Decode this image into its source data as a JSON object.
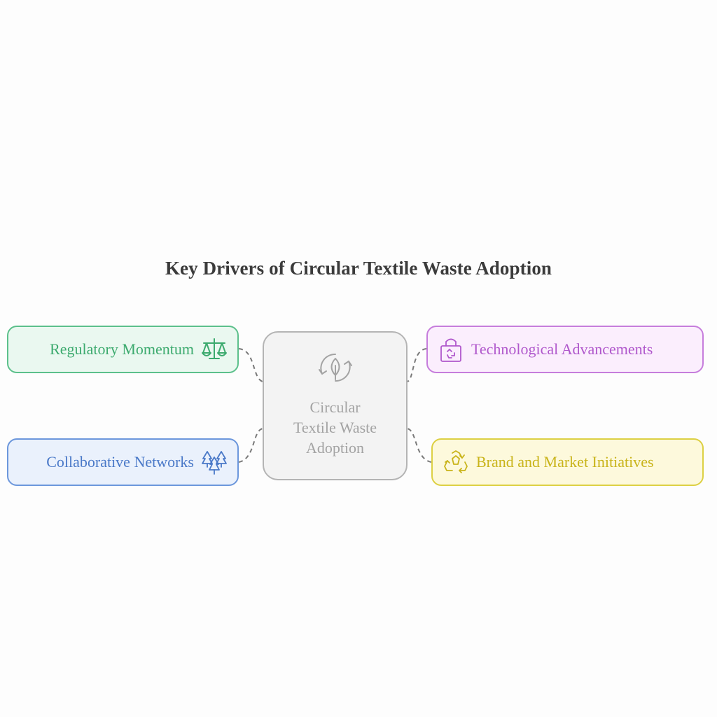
{
  "title": "Key Drivers of Circular Textile Waste Adoption",
  "center": {
    "line1": "Circular",
    "line2": "Textile Waste",
    "line3": "Adoption",
    "icon": "recycle-leaf-icon"
  },
  "drivers": {
    "regulatory": {
      "label": "Regulatory Momentum",
      "icon": "scales-icon",
      "color": "#3caa6e"
    },
    "collaborative": {
      "label": "Collaborative Networks",
      "icon": "trees-icon",
      "color": "#4a79c8"
    },
    "technological": {
      "label": "Technological Advancements",
      "icon": "recycle-bin-icon",
      "color": "#b058cc"
    },
    "brand": {
      "label": "Brand and Market Initiatives",
      "icon": "recycle-icon",
      "color": "#c9b41a"
    }
  },
  "connector_color": "#7a7a7a"
}
